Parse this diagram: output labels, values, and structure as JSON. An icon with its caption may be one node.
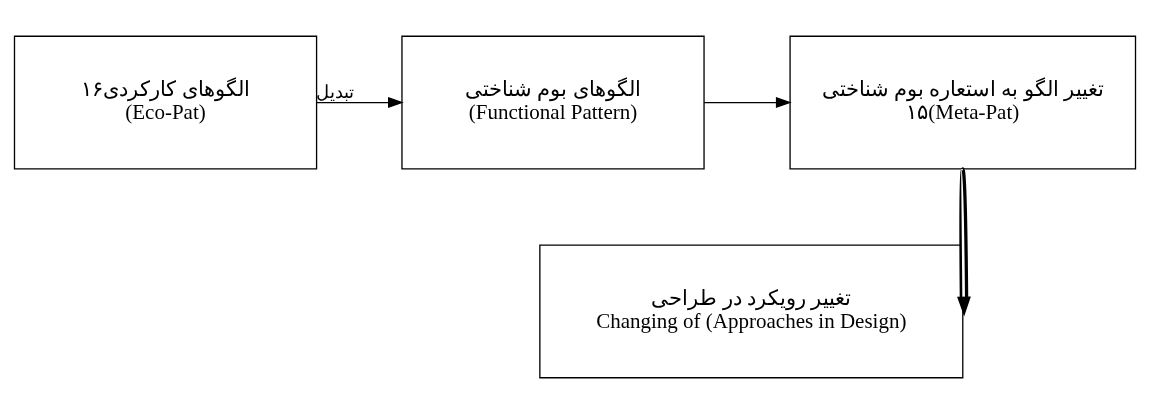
{
  "diagram": {
    "nodes": [
      {
        "text": [
          "الگوهای کارکردی۱۶",
          "(Eco-Pat)"
        ]
      },
      {
        "text": [
          "الگوهای بوم شناختی",
          "(Functional Pattern)"
        ]
      },
      {
        "text": [
          "تغییر الگو به استعاره بوم شناختی",
          "۱۵(Meta-Pat)"
        ]
      },
      {
        "text": [
          "تغییر رویکرد در طراحی",
          "Changing of (Approaches in Design)"
        ]
      }
    ],
    "edges": [
      {
        "from": 0,
        "to": 1,
        "arrow": "to",
        "label": "تبدیل"
      },
      {
        "from": 1,
        "to": 2,
        "arrow": "to"
      },
      {
        "from": 2,
        "to": 3,
        "arrow": "to",
        "style": "thick"
      }
    ]
  }
}
